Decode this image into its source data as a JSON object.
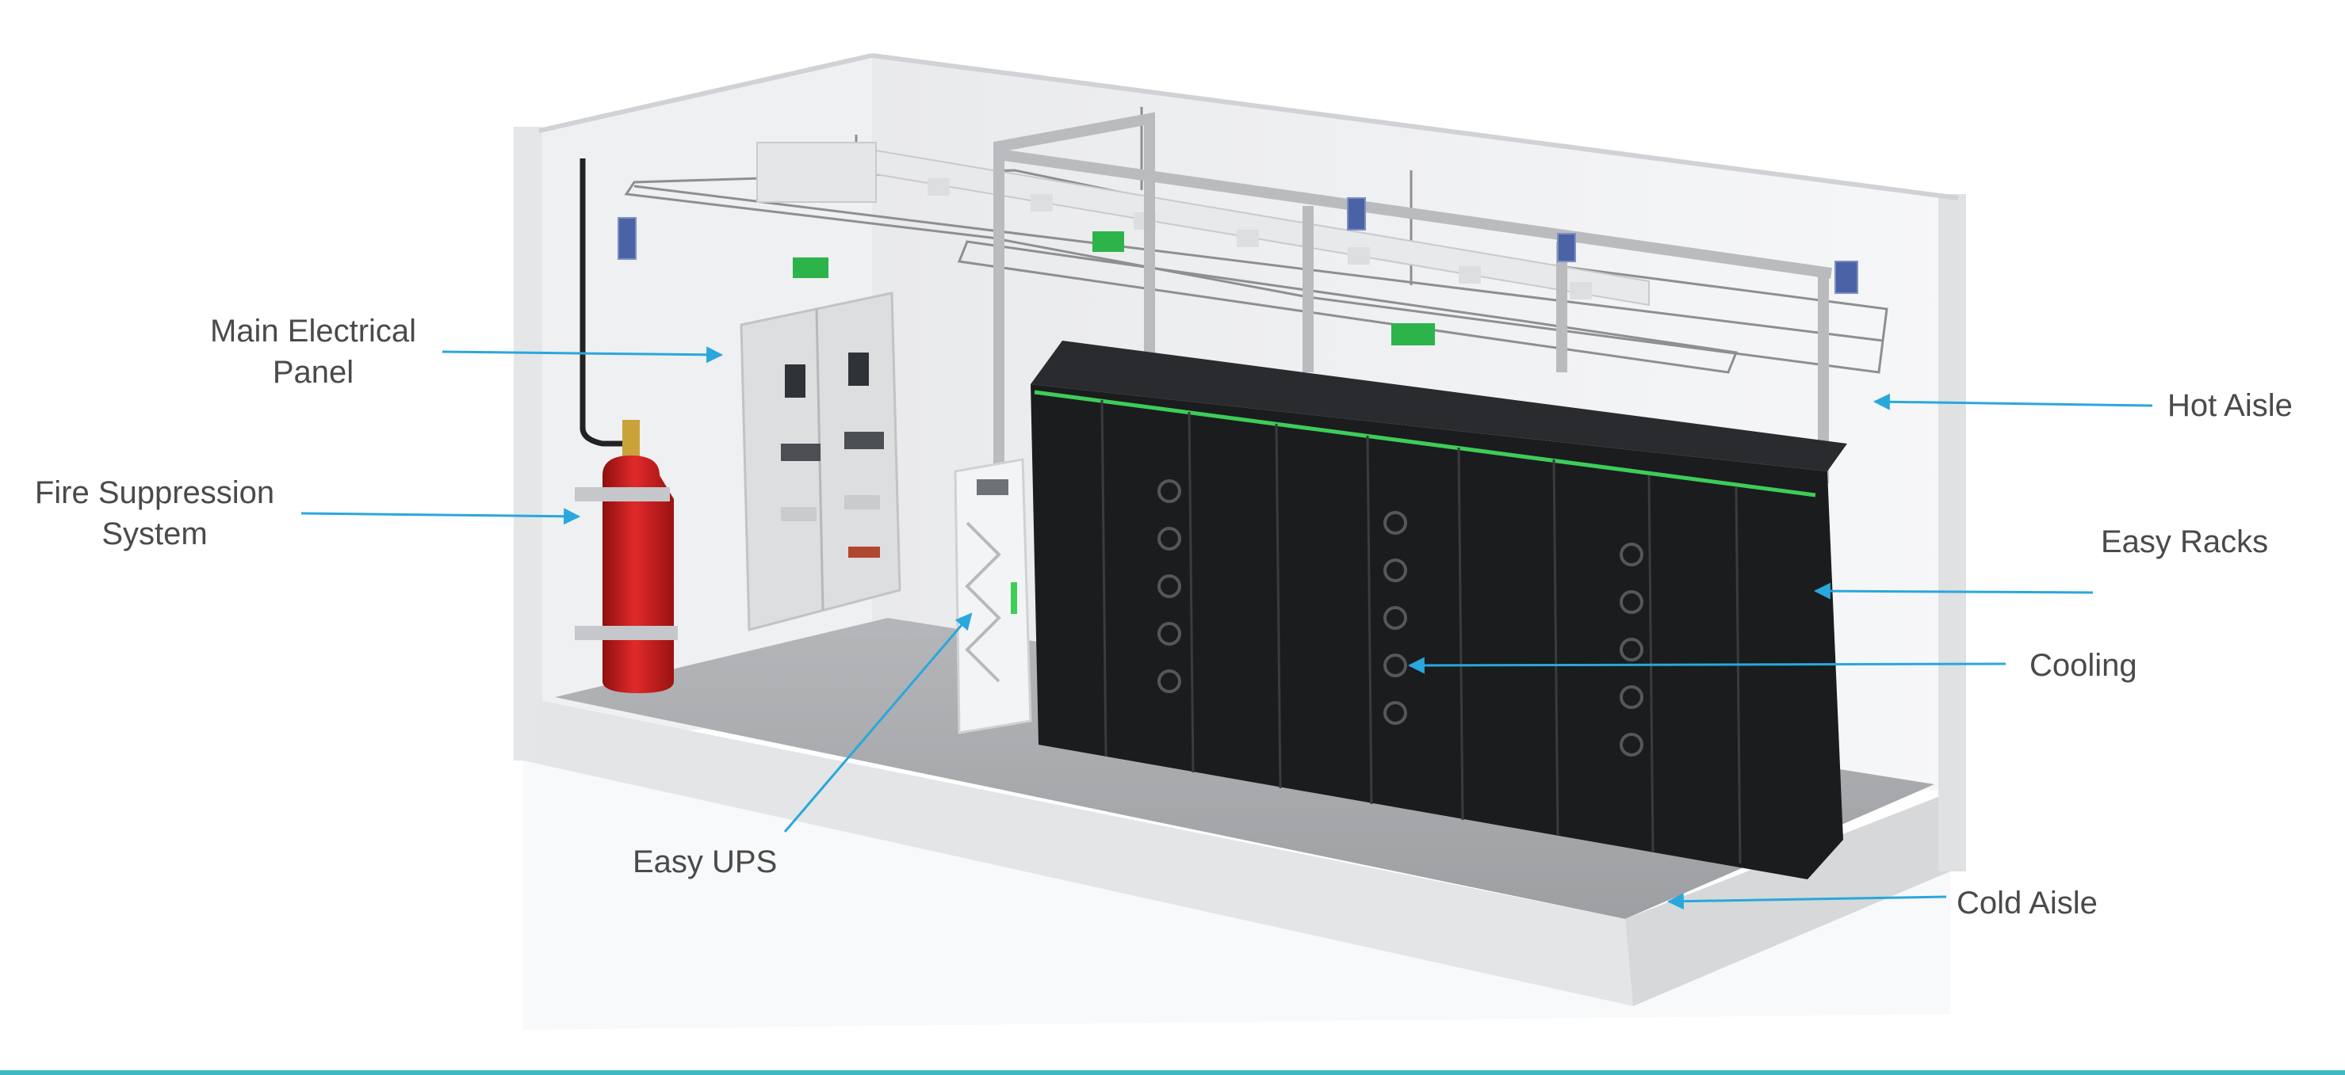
{
  "labels": {
    "main_electrical_line1": "Main Electrical",
    "main_electrical_line2": "Panel",
    "fire_line1": "Fire Suppression",
    "fire_line2": "System",
    "hot_aisle": "Hot Aisle",
    "easy_racks": "Easy Racks",
    "cooling": "Cooling",
    "easy_ups": "Easy UPS",
    "cold_aisle": "Cold Aisle"
  },
  "colors": {
    "arrow": "#2aa7dc",
    "rack": "#1b1c1e",
    "rack_accent": "#3dcd58",
    "extinguisher": "#c91a1a",
    "wall": "#f0f1f3",
    "floor": "#a9abae",
    "label_text": "#4a4a4a",
    "bottom_bar": "#3fb8c4"
  }
}
